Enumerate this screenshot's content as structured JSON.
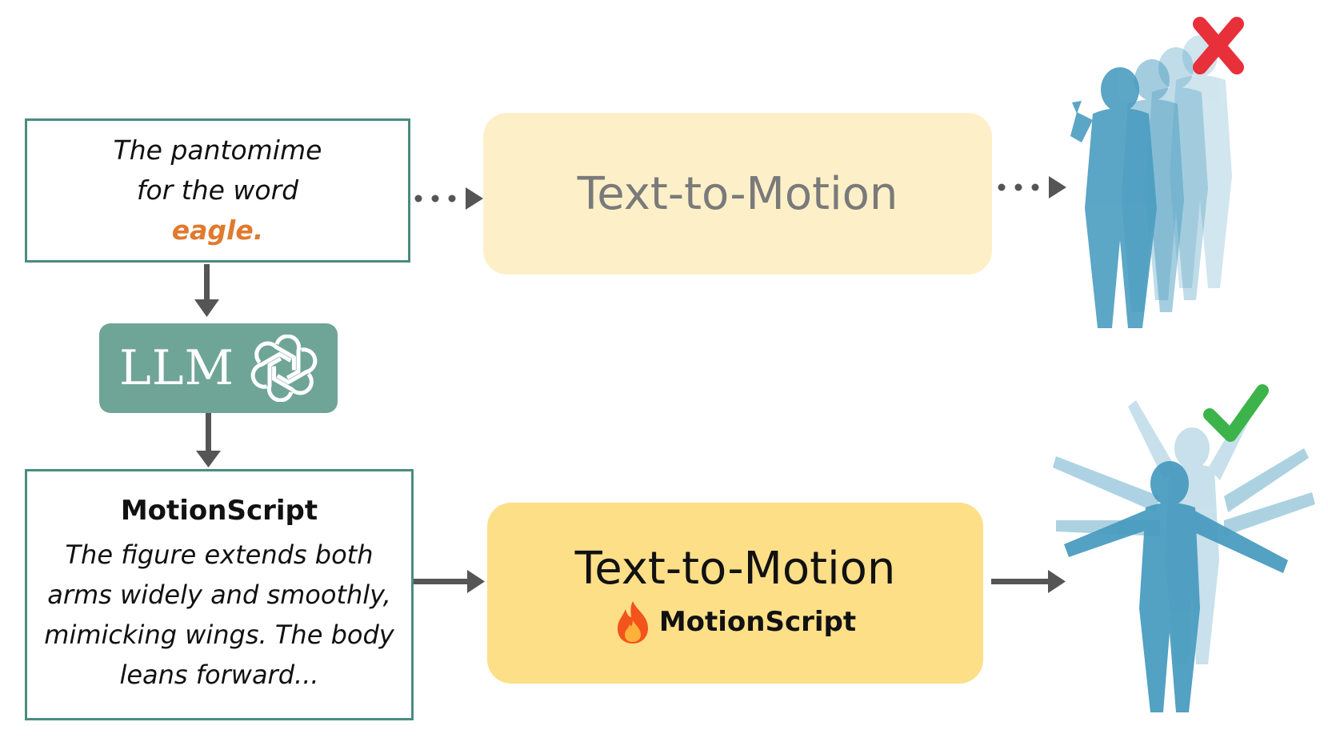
{
  "prompt": {
    "line1": "The pantomime",
    "line2": "for the word",
    "word": "eagle."
  },
  "llm": {
    "label": "LLM",
    "icon": "openai-logo-icon"
  },
  "motionscript_box": {
    "title": "MotionScript",
    "lines": [
      "The figure extends both",
      "arms widely and smoothly,",
      "mimicking wings. The body",
      "leans forward..."
    ]
  },
  "t2m_baseline": {
    "label": "Text-to-Motion"
  },
  "t2m_ours": {
    "label": "Text-to-Motion",
    "sub_label": "MotionScript",
    "icon": "fire-icon"
  },
  "results": {
    "baseline": {
      "icon": "cross-mark-icon",
      "color": "#e8303a"
    },
    "ours": {
      "icon": "check-mark-icon",
      "color": "#3cb44b"
    }
  },
  "colors": {
    "box_border": "#4a8c80",
    "llm_fill": "#6fa596",
    "arrow": "#555555",
    "figure": "#4a9cc0",
    "highlight_word": "#e07a2e"
  }
}
